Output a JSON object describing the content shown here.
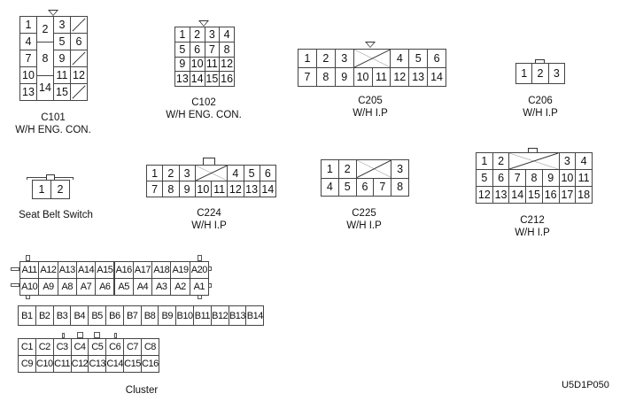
{
  "connectors": {
    "c101": {
      "name": "C101",
      "desc": "W/H ENG. CON.",
      "pins": [
        "1",
        "2",
        "3",
        "4",
        "5",
        "6",
        "7",
        "8",
        "9",
        "10",
        "11",
        "12",
        "13",
        "14",
        "15"
      ]
    },
    "c102": {
      "name": "C102",
      "desc": "W/H ENG. CON.",
      "pins": [
        "1",
        "2",
        "3",
        "4",
        "5",
        "6",
        "7",
        "8",
        "9",
        "10",
        "11",
        "12",
        "13",
        "14",
        "15",
        "16"
      ]
    },
    "c205": {
      "name": "C205",
      "desc": "W/H I.P",
      "pins": [
        "1",
        "2",
        "3",
        "4",
        "5",
        "6",
        "7",
        "8",
        "9",
        "10",
        "11",
        "12",
        "13",
        "14"
      ]
    },
    "c206": {
      "name": "C206",
      "desc": "W/H I.P",
      "pins": [
        "1",
        "2",
        "3"
      ]
    },
    "seatbelt": {
      "name": "Seat Belt Switch",
      "pins": [
        "1",
        "2"
      ]
    },
    "c224": {
      "name": "C224",
      "desc": "W/H  I.P",
      "pins": [
        "1",
        "2",
        "3",
        "4",
        "5",
        "6",
        "7",
        "8",
        "9",
        "10",
        "11",
        "12",
        "13",
        "14"
      ]
    },
    "c225": {
      "name": "C225",
      "desc": "W/H I.P",
      "pins": [
        "1",
        "2",
        "3",
        "4",
        "5",
        "6",
        "7",
        "8"
      ]
    },
    "c212": {
      "name": "C212",
      "desc": "W/H I.P",
      "pins": [
        "1",
        "2",
        "3",
        "4",
        "5",
        "6",
        "7",
        "8",
        "9",
        "10",
        "11",
        "12",
        "13",
        "14",
        "15",
        "16",
        "17",
        "18"
      ]
    },
    "cluster": {
      "name": "Cluster",
      "a_top": [
        "A11",
        "A12",
        "A13",
        "A14",
        "A15",
        "A16",
        "A17",
        "A18",
        "A19",
        "A20"
      ],
      "a_bottom": [
        "A10",
        "A9",
        "A8",
        "A7",
        "A6",
        "A5",
        "A4",
        "A3",
        "A2",
        "A1"
      ],
      "b": [
        "B1",
        "B2",
        "B3",
        "B4",
        "B5",
        "B6",
        "B7",
        "B8",
        "B9",
        "B10",
        "B11",
        "B12",
        "B13",
        "B14"
      ],
      "c_top": [
        "C1",
        "C2",
        "C3",
        "C4",
        "C5",
        "C6",
        "C7",
        "C8"
      ],
      "c_bottom": [
        "C9",
        "C10",
        "C11",
        "C12",
        "C13",
        "C14",
        "C15",
        "C16"
      ]
    }
  },
  "figure_code": "U5D1P050"
}
